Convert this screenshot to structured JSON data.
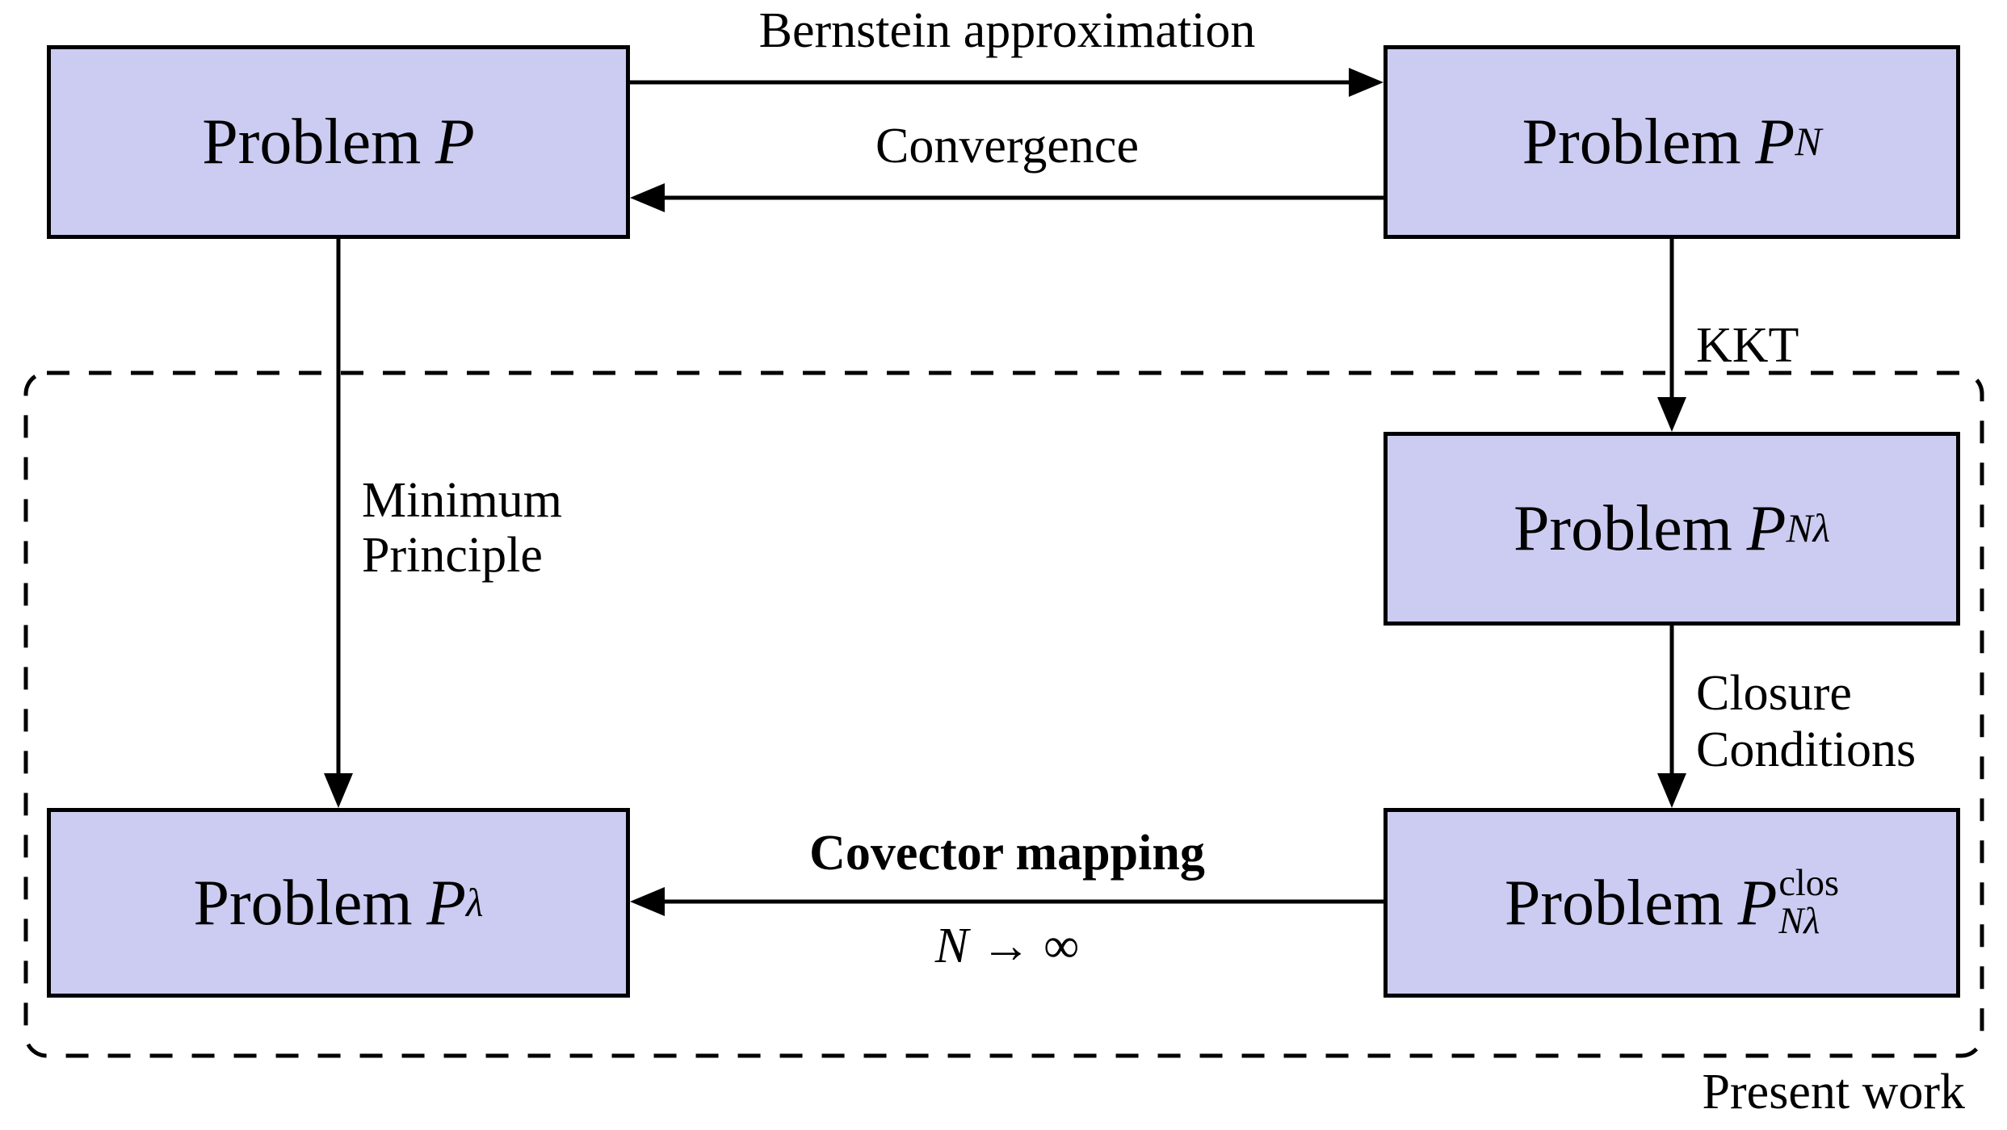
{
  "diagram": {
    "colors": {
      "box_fill": "#ccccf2",
      "box_border": "#000000",
      "line": "#000000",
      "background": "#ffffff"
    },
    "boxes": {
      "p": {
        "prefix": "Problem",
        "symbol": "P",
        "sup": "",
        "sub": ""
      },
      "pn": {
        "prefix": "Problem",
        "symbol": "P",
        "sup": "",
        "sub": "N"
      },
      "pnl": {
        "prefix": "Problem",
        "symbol": "P",
        "sup": "",
        "sub": "Nλ"
      },
      "pclos": {
        "prefix": "Problem",
        "symbol": "P",
        "sup": "clos",
        "sub": "Nλ"
      },
      "pl": {
        "prefix": "Problem",
        "symbol": "P",
        "sup": "",
        "sub": "λ"
      }
    },
    "edges": {
      "bernstein": {
        "label": "Bernstein approximation"
      },
      "convergence": {
        "label": "Convergence"
      },
      "kkt": {
        "label": "KKT"
      },
      "minimum": {
        "line1": "Minimum",
        "line2": "Principle"
      },
      "closure": {
        "line1": "Closure",
        "line2": "Conditions"
      },
      "covector": {
        "label": "Covector mapping",
        "sub_symbol": "N",
        "sub_rest": " → ∞"
      }
    },
    "frame": {
      "label": "Present work"
    }
  }
}
